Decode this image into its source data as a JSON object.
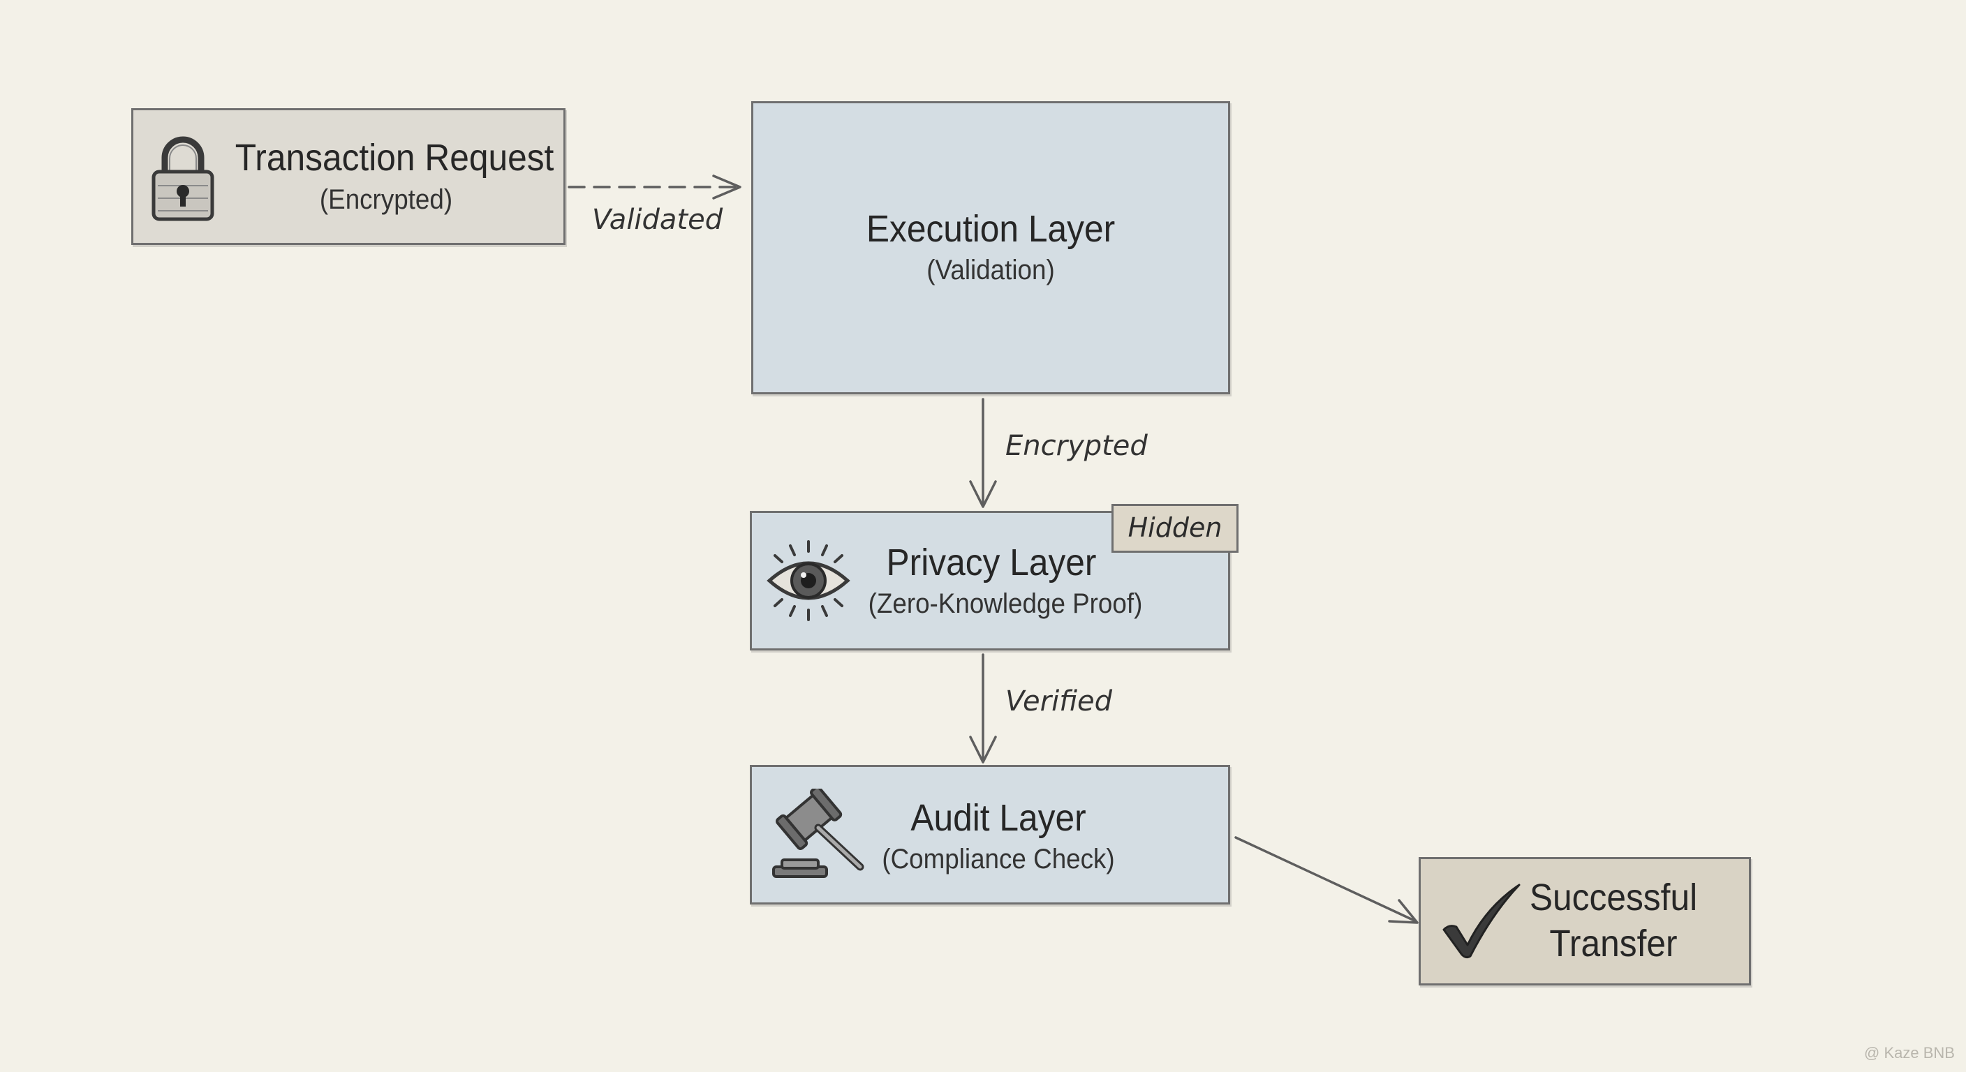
{
  "diagram": {
    "nodes": {
      "transaction_request": {
        "title": "Transaction Request",
        "subtitle": "(Encrypted)",
        "icon": "lock-icon",
        "fill": "#dedbd3"
      },
      "execution_layer": {
        "title": "Execution Layer",
        "subtitle": "(Validation)",
        "fill": "#d4dde3"
      },
      "privacy_layer": {
        "title": "Privacy Layer",
        "subtitle": "(Zero-Knowledge Proof)",
        "icon": "eye-icon",
        "tag": "Hidden",
        "fill": "#d4dde3"
      },
      "audit_layer": {
        "title": "Audit Layer",
        "subtitle": "(Compliance Check)",
        "icon": "gavel-icon",
        "fill": "#d4dde3"
      },
      "successful_transfer": {
        "title_line1": "Successful",
        "title_line2": "Transfer",
        "icon": "checkmark-icon",
        "fill": "#d9d3c5"
      }
    },
    "edges": [
      {
        "from": "transaction_request",
        "to": "execution_layer",
        "label": "Validated",
        "style": "dashed"
      },
      {
        "from": "execution_layer",
        "to": "privacy_layer",
        "label": "Encrypted",
        "style": "solid"
      },
      {
        "from": "privacy_layer",
        "to": "audit_layer",
        "label": "Verified",
        "style": "solid"
      },
      {
        "from": "audit_layer",
        "to": "successful_transfer",
        "label": "",
        "style": "solid"
      }
    ]
  },
  "watermark": "@ Kaze BNB"
}
